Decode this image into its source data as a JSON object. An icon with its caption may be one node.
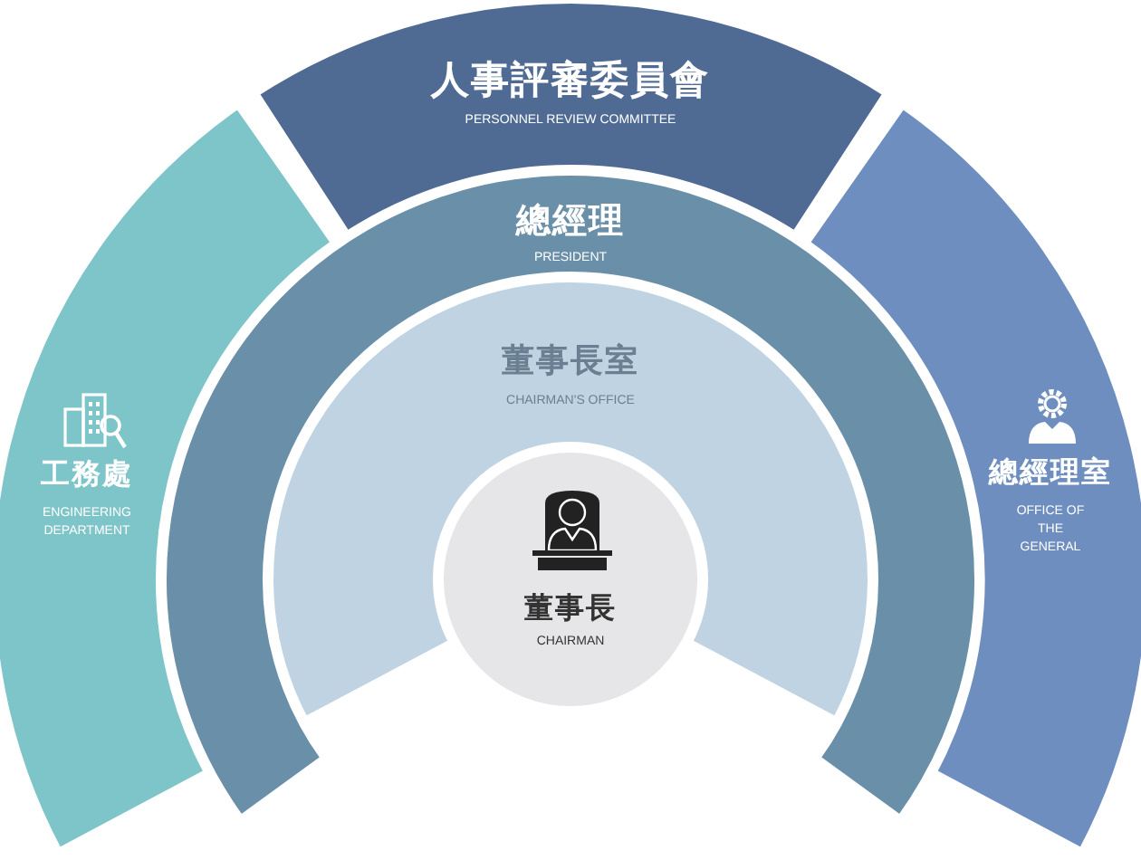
{
  "diagram": {
    "nodes": [
      {
        "text": [
          "人事評審委員會",
          "PERSONNEL REVIEW COMMITTEE"
        ]
      },
      {
        "text": [
          "總經理",
          "PRESIDENT"
        ]
      },
      {
        "text": [
          "董事長室",
          "CHAIRMAN'S OFFICE"
        ]
      },
      {
        "text": [
          "工務處",
          "ENGINEERING DEPARTMENT"
        ]
      },
      {
        "text": [
          "總經理室",
          "OFFICE OF THE GENERAL"
        ]
      },
      {
        "text": [
          "董事長",
          "CHAIRMAN"
        ]
      }
    ]
  }
}
